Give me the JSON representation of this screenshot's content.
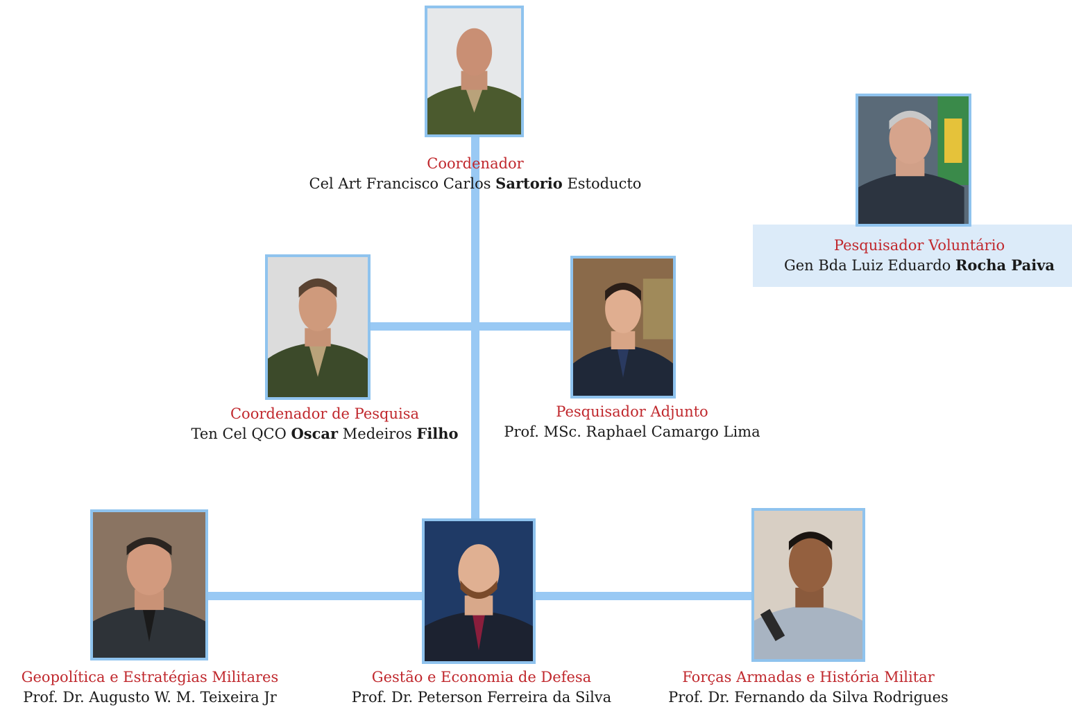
{
  "coordinator": {
    "role": "Coordenador",
    "name_pre": "Cel Art Francisco Carlos ",
    "name_bold": "Sartorio",
    "name_post": " Estoducto"
  },
  "research_coordinator": {
    "role": "Coordenador de Pesquisa",
    "name_pre": "Ten Cel QCO ",
    "name_bold1": "Oscar",
    "name_mid": " Medeiros ",
    "name_bold2": "Filho"
  },
  "adjunct": {
    "role": "Pesquisador Adjunto",
    "name": "Prof. MSc. Raphael Camargo Lima"
  },
  "volunteer": {
    "role": "Pesquisador Voluntário",
    "name_pre": "Gen Bda  Luiz Eduardo ",
    "name_bold": "Rocha Paiva"
  },
  "geopolitics": {
    "role": "Geopolítica e Estratégias Militares",
    "name": "Prof. Dr. Augusto W. M. Teixeira Jr"
  },
  "defense_economy": {
    "role": "Gestão e Economia de Defesa",
    "name": "Prof. Dr. Peterson Ferreira da Silva"
  },
  "armed_forces": {
    "role": "Forças Armadas e História Militar",
    "name": "Prof. Dr. Fernando da Silva Rodrigues"
  },
  "colors": {
    "role_text": "#c0282d",
    "connector": "#99c9f4",
    "photo_border": "#8fc3ee",
    "volunteer_box": "#dcebf9"
  }
}
